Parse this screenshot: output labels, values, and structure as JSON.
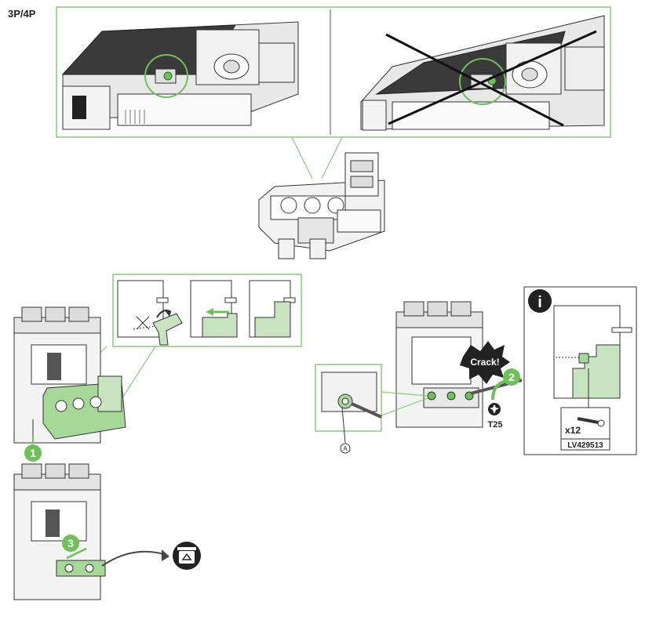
{
  "header": {
    "title": "3P/4P"
  },
  "steps": {
    "step1": "1",
    "step2": "2",
    "step3": "3"
  },
  "labels": {
    "crack": "Crack!",
    "torx": "T25",
    "callout_a": "A",
    "info_symbol": "i",
    "quantity": "x12",
    "part_number": "LV429513"
  },
  "colors": {
    "accent_green": "#6fbf5a",
    "frame_green": "#8cc97c",
    "line_gray": "#444444",
    "dark": "#222222"
  },
  "icons": {
    "info": "info-icon",
    "torx": "torx-screwdriver-icon",
    "recycle": "recycle-bin-icon"
  }
}
